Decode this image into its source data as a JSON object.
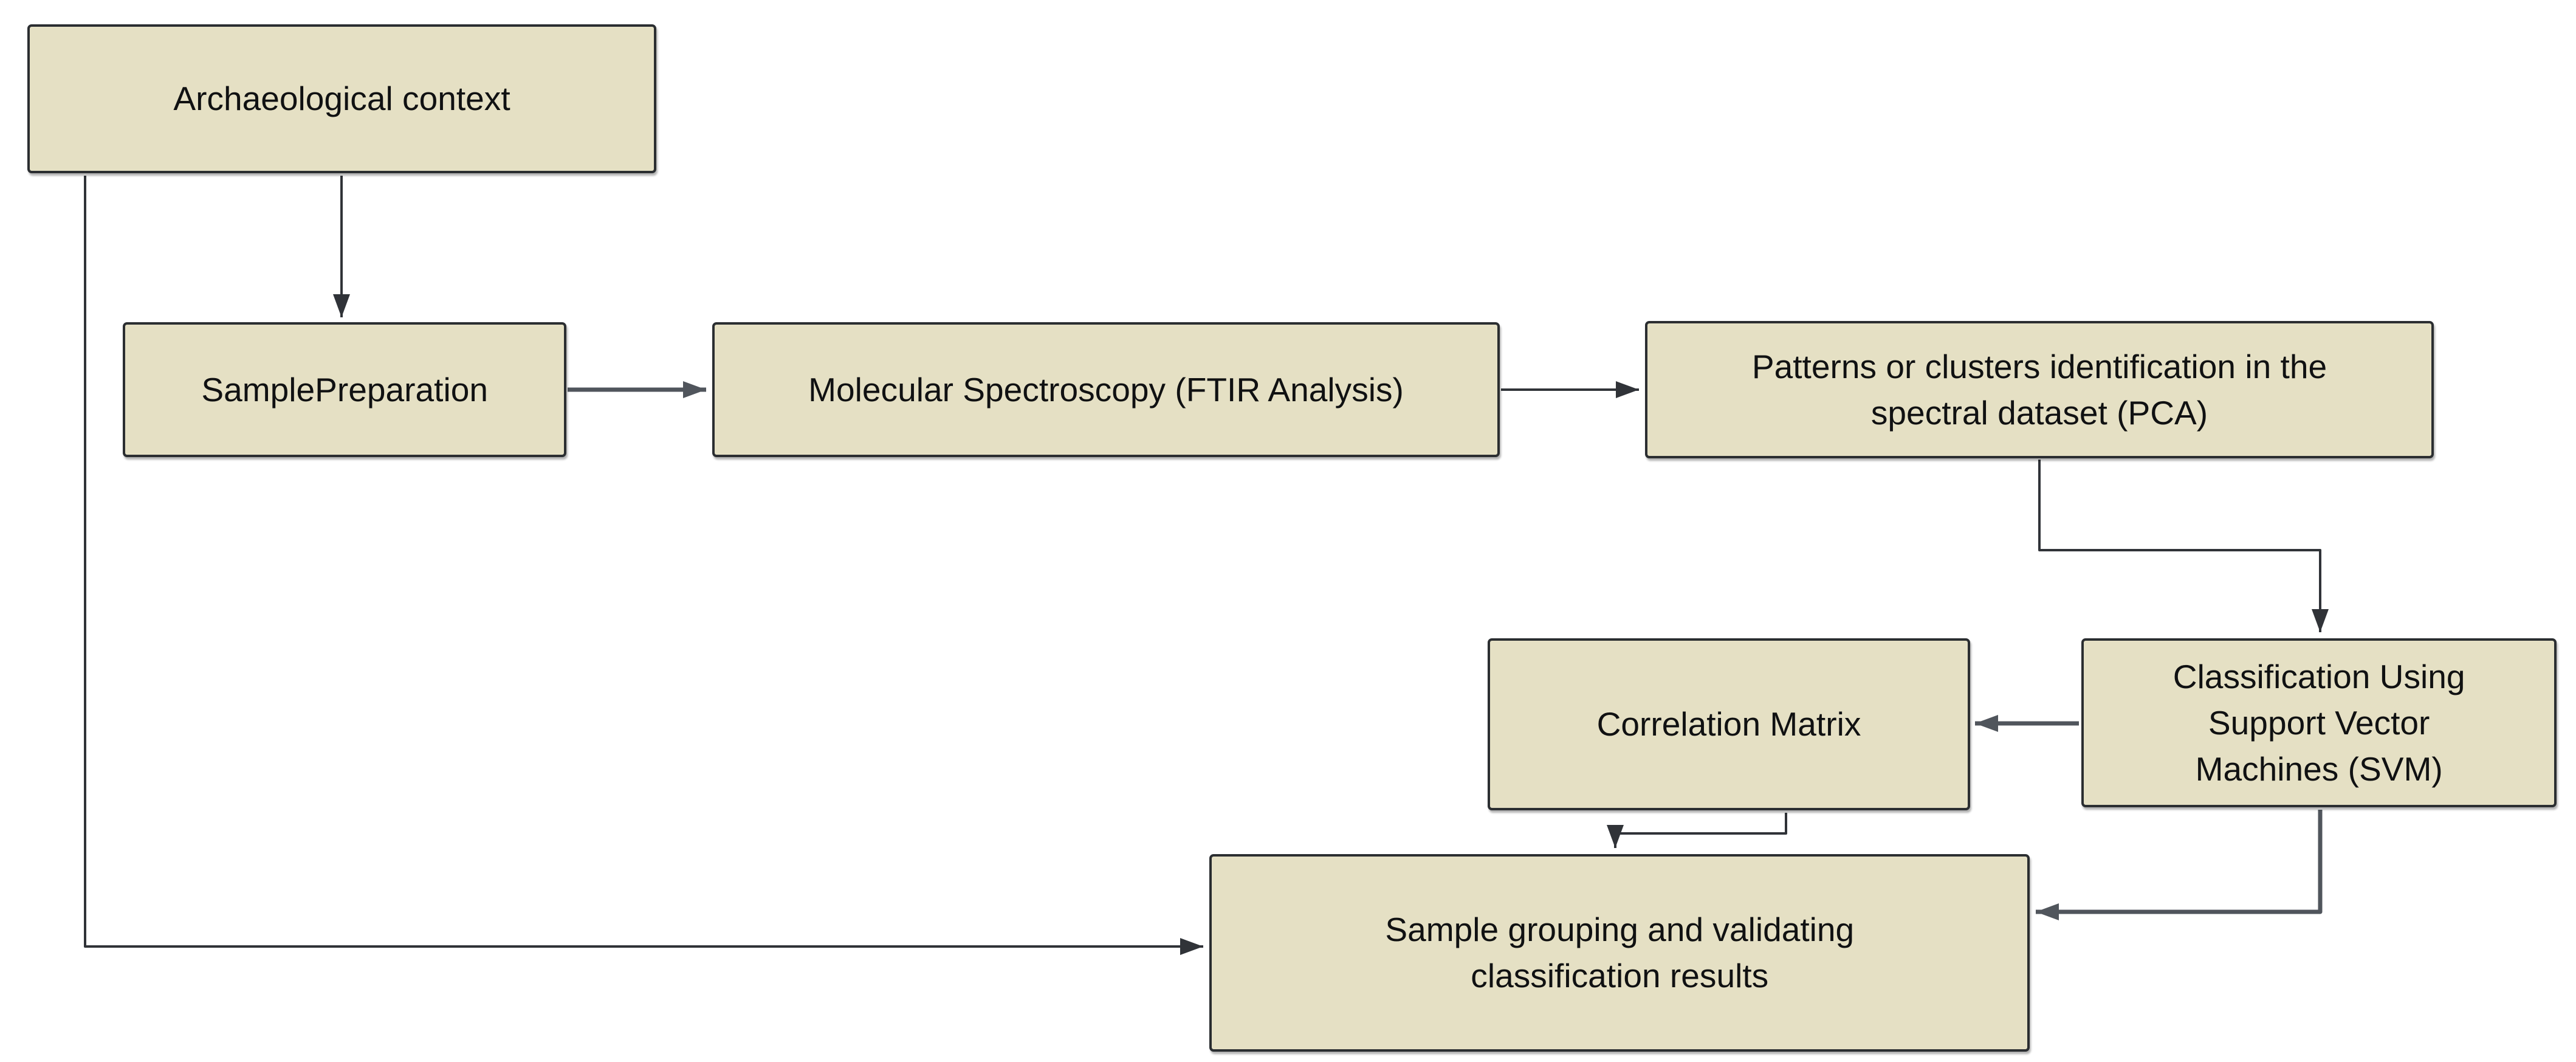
{
  "diagram": {
    "title": "FTIR archaeological sample classification workflow",
    "background_color": "#ffffff",
    "node_fill_color": "#e5e0c4",
    "node_border_color": "#2b2e31",
    "node_text_color": "#101112",
    "edge_color": "#303338",
    "edge_thick_color": "#50555c",
    "nodes": [
      {
        "id": "archaeological-context",
        "label": "Archaeological context"
      },
      {
        "id": "sample-preparation",
        "label": "SamplePreparation"
      },
      {
        "id": "molecular-spectroscopy",
        "label": "Molecular Spectroscopy (FTIR Analysis)"
      },
      {
        "id": "pca",
        "label": "Patterns or clusters identification in the spectral dataset (PCA)"
      },
      {
        "id": "svm",
        "label": "Classification Using Support Vector Machines (SVM)"
      },
      {
        "id": "correlation-matrix",
        "label": "Correlation Matrix"
      },
      {
        "id": "sample-grouping",
        "label": "Sample grouping and validating classification results"
      }
    ],
    "edges": [
      {
        "from": "archaeological-context",
        "to": "sample-preparation"
      },
      {
        "from": "archaeological-context",
        "to": "sample-grouping"
      },
      {
        "from": "sample-preparation",
        "to": "molecular-spectroscopy"
      },
      {
        "from": "molecular-spectroscopy",
        "to": "pca"
      },
      {
        "from": "pca",
        "to": "svm"
      },
      {
        "from": "svm",
        "to": "correlation-matrix"
      },
      {
        "from": "correlation-matrix",
        "to": "sample-grouping"
      },
      {
        "from": "svm",
        "to": "sample-grouping"
      }
    ]
  }
}
